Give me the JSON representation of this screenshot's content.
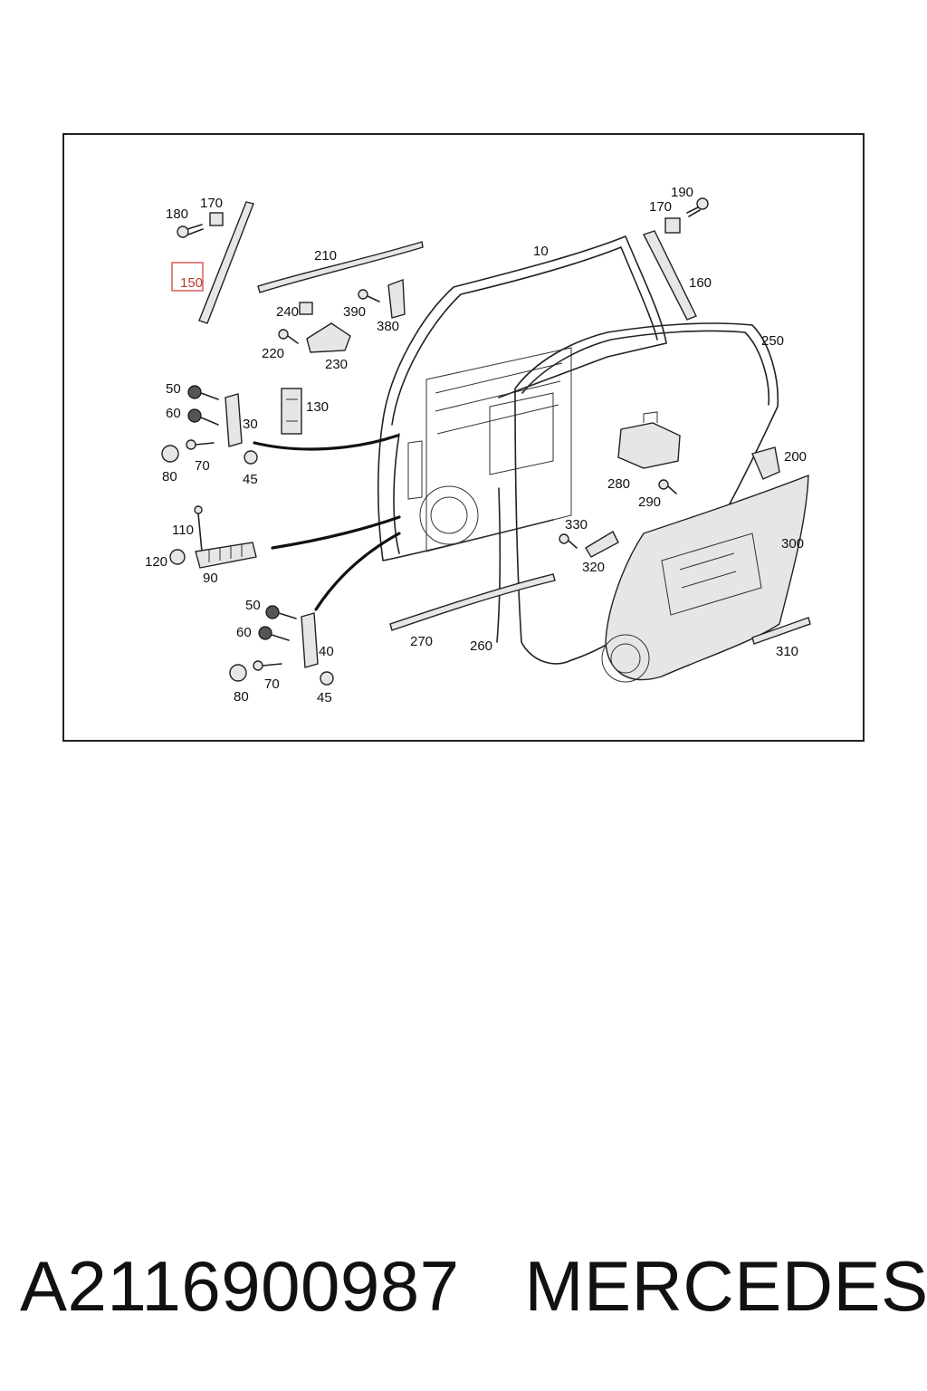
{
  "diagram": {
    "highlighted_label": "150",
    "labels": [
      "180",
      "170",
      "210",
      "10",
      "190",
      "170",
      "160",
      "240",
      "390",
      "380",
      "220",
      "230",
      "250",
      "50",
      "60",
      "130",
      "30",
      "80",
      "70",
      "45",
      "280",
      "290",
      "200",
      "110",
      "120",
      "90",
      "330",
      "320",
      "300",
      "50",
      "60",
      "40",
      "270",
      "260",
      "310",
      "80",
      "70",
      "45"
    ],
    "highlight_color": "#e06666"
  },
  "footer": {
    "part_number": "A2116900987",
    "brand": "MERCEDES"
  }
}
